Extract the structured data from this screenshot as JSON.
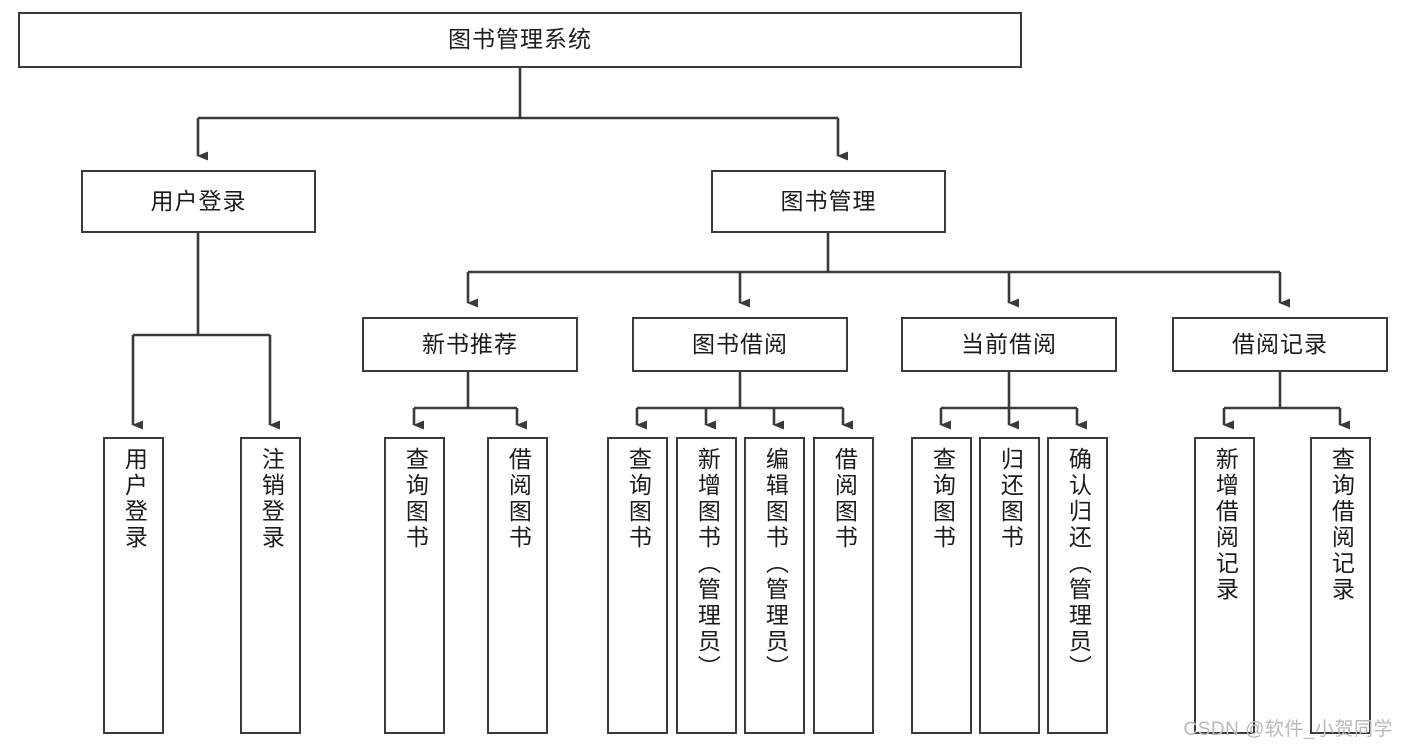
{
  "diagram": {
    "type": "tree",
    "title": "图书管理系统",
    "orientation": "top-down",
    "style": {
      "box_border_color": "#3a3a3a",
      "box_fill_color": "#ffffff",
      "connector_color": "#3a3a3a",
      "text_color": "#1b1b1b",
      "background": "#ffffff"
    },
    "root": {
      "label": "图书管理系统"
    },
    "level2": [
      {
        "label": "用户登录"
      },
      {
        "label": "图书管理"
      }
    ],
    "level3": [
      {
        "label": "新书推荐"
      },
      {
        "label": "图书借阅"
      },
      {
        "label": "当前借阅"
      },
      {
        "label": "借阅记录"
      }
    ],
    "leaves": {
      "user_login": [
        {
          "label": "用户登录"
        },
        {
          "label": "注销登录"
        }
      ],
      "new_book_recommend": [
        {
          "label": "查询图书"
        },
        {
          "label": "借阅图书"
        }
      ],
      "book_borrow": [
        {
          "label": "查询图书"
        },
        {
          "label": "新增图书（管理员）"
        },
        {
          "label": "编辑图书（管理员）"
        },
        {
          "label": "借阅图书"
        }
      ],
      "current_borrow": [
        {
          "label": "查询图书"
        },
        {
          "label": "归还图书"
        },
        {
          "label": "确认归还（管理员）"
        }
      ],
      "borrow_record": [
        {
          "label": "新增借阅记录"
        },
        {
          "label": "查询借阅记录"
        }
      ]
    }
  },
  "watermark": {
    "text": "CSDN @软件_小贺同学"
  }
}
